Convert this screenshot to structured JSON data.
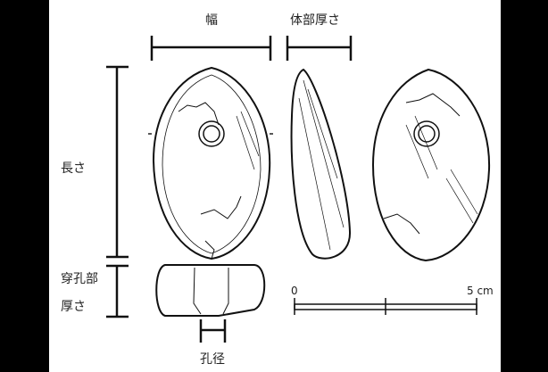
{
  "labels": {
    "width": "幅",
    "body_thickness": "体部厚さ",
    "length": "長さ",
    "perforation_thickness_line1": "穿孔部",
    "perforation_thickness_line2": "厚さ",
    "hole_diameter": "孔径"
  },
  "scale_bar": {
    "start_label": "0",
    "end_label": "5 cm",
    "length_cm": 5,
    "divisions": 2
  }
}
